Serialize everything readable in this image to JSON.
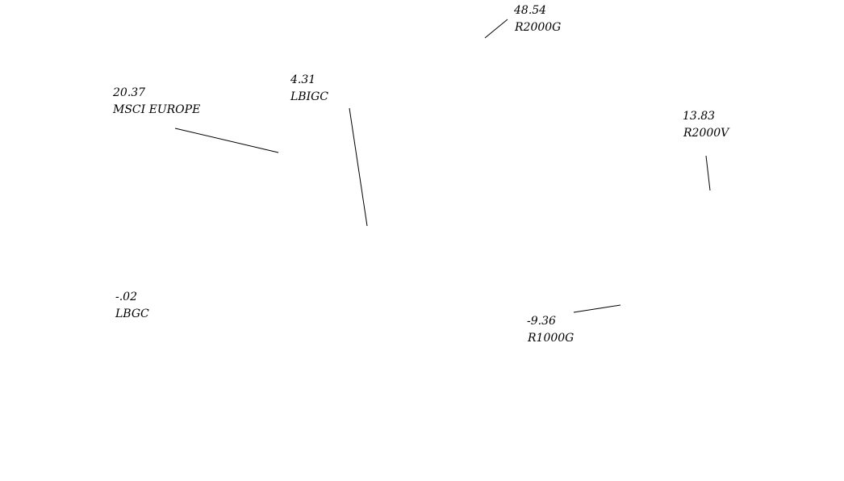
{
  "chart_data": {
    "type": "pie",
    "title": "",
    "legend": "none",
    "colors": {
      "text": "#000000",
      "leader": "#000000",
      "background": "#ffffff"
    },
    "slices": [
      {
        "label": "R2000G",
        "value": "48.54"
      },
      {
        "label": "MSCI EUROPE",
        "value": "20.37"
      },
      {
        "label": "LBIGC",
        "value": "4.31"
      },
      {
        "label": "R2000V",
        "value": "13.83"
      },
      {
        "label": "LBGC",
        "value": "-.02"
      },
      {
        "label": "R1000G",
        "value": "-9.36"
      }
    ]
  }
}
